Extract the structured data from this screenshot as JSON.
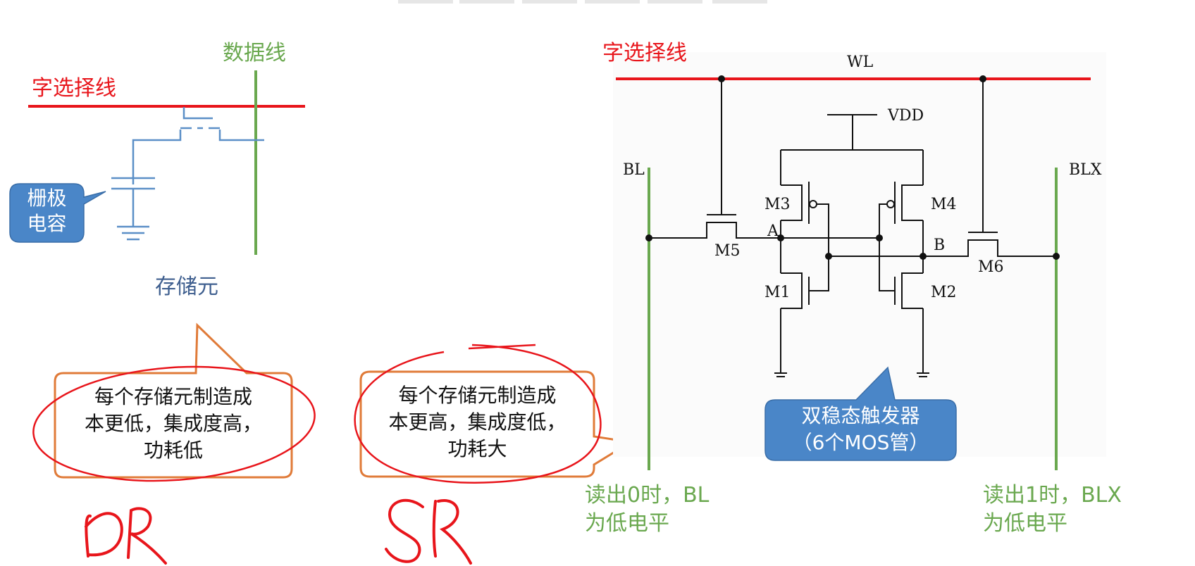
{
  "dram": {
    "word_line_label": "字选择线",
    "data_line_label": "数据线",
    "gate_cap_label_1": "栅极",
    "gate_cap_label_2": "电容",
    "cell_label": "存储元",
    "callout_line1": "每个存储元制造成",
    "callout_line2": "本更低，集成度高，",
    "callout_line3": "功耗低",
    "handwriting": "DR"
  },
  "sram": {
    "callout_line1": "每个存储元制造成",
    "callout_line2": "本更高，集成度低，",
    "callout_line3": "功耗大",
    "handwriting": "SR",
    "word_line_label": "字选择线",
    "wl": "WL",
    "vdd": "VDD",
    "bl": "BL",
    "blx": "BLX",
    "node_a": "A",
    "node_b": "B",
    "m1": "M1",
    "m2": "M2",
    "m3": "M3",
    "m4": "M4",
    "m5": "M5",
    "m6": "M6",
    "flipflop_line1": "双稳态触发器",
    "flipflop_line2": "（6个MOS管）",
    "read0_line1": "读出0时，BL",
    "read0_line2": "为低电平",
    "read1_line1": "读出1时，BLX",
    "read1_line2": "为低电平"
  },
  "colors": {
    "red": "#e8151b",
    "green": "#6aa84f",
    "blue_line": "#5b8fc7",
    "callout_blue": "#4a86c8",
    "orange": "#e07b39"
  }
}
